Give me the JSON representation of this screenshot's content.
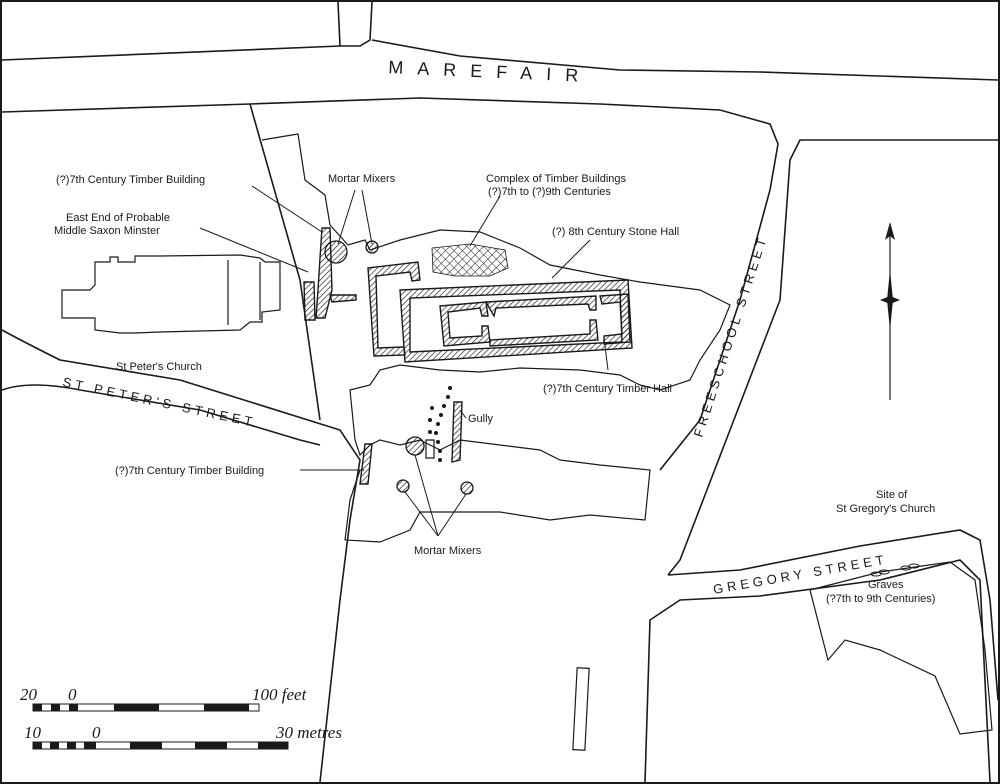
{
  "streets": {
    "marefair": "MAREFAIR",
    "st_peters": "ST PETER'S STREET",
    "freeschool": "FREESCHOOL STREET",
    "gregory": "GREGORY STREET"
  },
  "labels": {
    "timber_building_7th_a": "(?)7th Century Timber Building",
    "east_end_line1": "East End of Probable",
    "east_end_line2": "Middle Saxon Minster",
    "mortar_mixers_top": "Mortar Mixers",
    "complex_line1": "Complex of Timber Buildings",
    "complex_line2": "(?)7th to (?)9th Centuries",
    "stone_hall": "(?) 8th Century Stone Hall",
    "st_peters_church": "St Peter's Church",
    "timber_hall": "(?)7th Century Timber Hall",
    "gully": "Gully",
    "timber_building_7th_b": "(?)7th Century Timber Building",
    "mortar_mixers_bottom": "Mortar Mixers",
    "gregory_site_line1": "Site of",
    "gregory_site_line2": "St Gregory's Church",
    "graves_line1": "Graves",
    "graves_line2": "(?7th to 9th Centuries)"
  },
  "scale": {
    "feet": {
      "start": "20",
      "zero": "0",
      "end": "100 feet"
    },
    "metres": {
      "start": "10",
      "zero": "0",
      "end": "30 metres"
    }
  },
  "colors": {
    "ink": "#1a1a1a",
    "paper": "#ffffff"
  },
  "icons": {
    "north": "north-arrow-icon"
  }
}
